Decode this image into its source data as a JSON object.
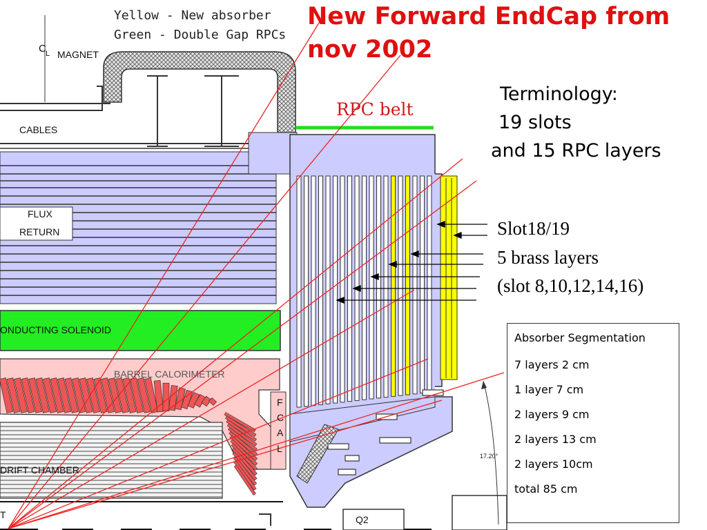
{
  "title": {
    "line1": "New Forward EndCap from",
    "line2": "nov 2002"
  },
  "legend": {
    "yellow": "Yellow - New absorber",
    "green": "Green  - Double Gap RPCs"
  },
  "rpc_belt": "RPC belt",
  "terminology": {
    "heading": "Terminology:",
    "line1": "19 slots",
    "line2": "and 15 RPC layers"
  },
  "slot_notes": {
    "line1": "Slot18/19",
    "line2": "5 brass layers",
    "line3": "(slot 8,10,12,14,16)"
  },
  "absorber_segmentation": {
    "heading": "Absorber Segmentation",
    "rows": [
      "7 layers 2 cm",
      "1 layer 7 cm",
      "2 layers 9 cm",
      "2 layers 13 cm",
      "2 layers 10cm",
      "total 85 cm"
    ]
  },
  "labels": {
    "cl_c": "C",
    "cl_l": "L",
    "magnet": "MAGNET",
    "cables": "CABLES",
    "flux": "FLUX",
    "return": "RETURN",
    "solenoid": "ONDUCTING SOLENOID",
    "barrel": "BARREL  CALORIMETER",
    "fcal": [
      "F",
      "C",
      "A",
      "L"
    ],
    "drift": "DRIFT CHAMBER",
    "q2": "Q2",
    "angle": "17.20°",
    "t_mark": "T"
  },
  "colors": {
    "title": "#e01010",
    "rpc_belt": "#d01818",
    "absorber_yellow": "#ffff00",
    "rpc_green": "#22dd22",
    "steel_blue": "#ccccff",
    "calorimeter_red": "#ee5555",
    "calorimeter_pink": "#ffcccc",
    "solenoid_green": "#22ee22",
    "ray_red": "#ee2222"
  }
}
